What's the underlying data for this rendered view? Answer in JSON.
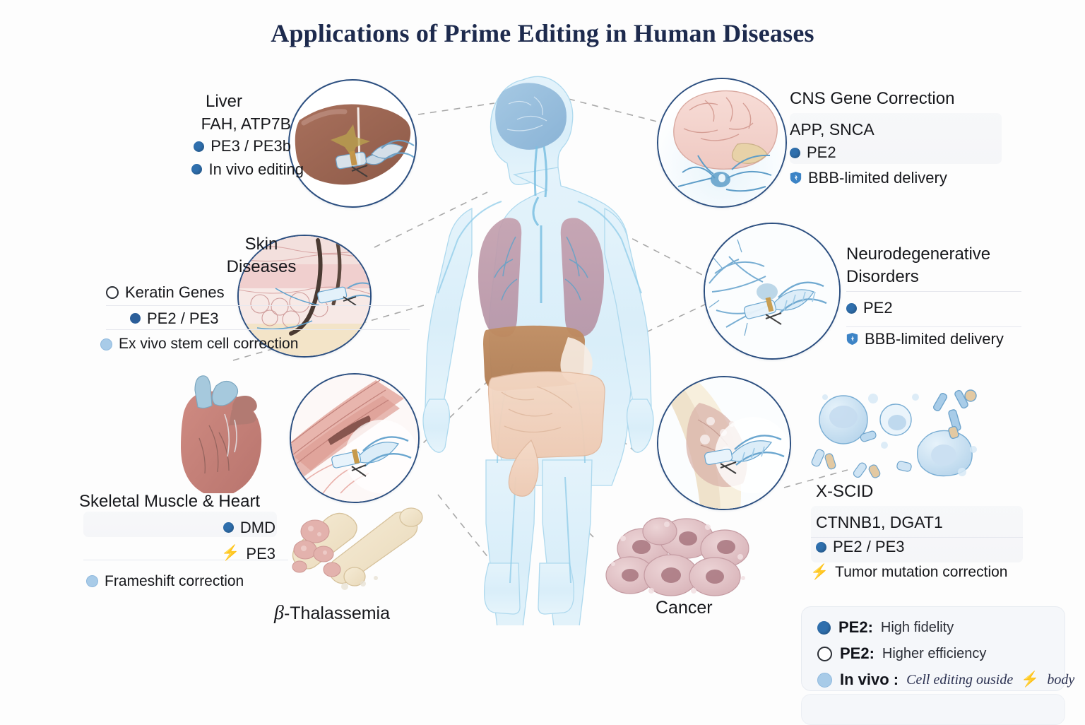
{
  "title": "Applications of Prime Editing in Human Diseases",
  "blocks": {
    "liver": {
      "name": "Liver",
      "genes": "FAH, ATP7B",
      "editor": "PE3 / PE3b",
      "note": "In vivo editing"
    },
    "cns": {
      "name": "CNS Gene Correction",
      "genes": "APP, SNCA",
      "editor": "PE2",
      "note": "BBB-limited delivery"
    },
    "skin": {
      "name_line1": "Skin",
      "name_line2": "Diseases",
      "genes": "Keratin Genes",
      "editor": "PE2 / PE3",
      "note": "Ex vivo stem cell correction"
    },
    "neuro": {
      "name_line1": "Neurodegenerative",
      "name_line2": "Disorders",
      "editor": "PE2",
      "note": "BBB-limited delivery"
    },
    "muscle": {
      "name": "Skeletal Muscle & Heart",
      "genes": "DMD",
      "editor": "PE3",
      "note": "Frameshift correction"
    },
    "xscid": {
      "name": "X-SCID",
      "genes": "CTNNB1, DGAT1",
      "editor": "PE2 / PE3",
      "note": "Tumor mutation correction"
    }
  },
  "captions": {
    "thalassemia_symbol": "β",
    "thalassemia": "-Thalassemia",
    "cancer": "Cancer"
  },
  "legend": {
    "rows": [
      {
        "marker": "solid-dot",
        "key": "PE2:",
        "value": "High fidelity"
      },
      {
        "marker": "hollow-dot",
        "key": "PE2:",
        "value": "Higher efficiency"
      },
      {
        "marker": "pale-dot",
        "key": "In vivo :",
        "value_a": "Cell editing ouside",
        "value_b": "body"
      }
    ]
  },
  "colors": {
    "background": "#fdfdfd",
    "title": "#1d2a4d",
    "medallion_border": "#2c4f80",
    "marker_solid": "#2f6fad",
    "marker_pale": "#a8cbe8",
    "bolt": "#2f7fd0",
    "connector": "#9a9a9a",
    "body_silhouette": "#d7ecf7"
  }
}
